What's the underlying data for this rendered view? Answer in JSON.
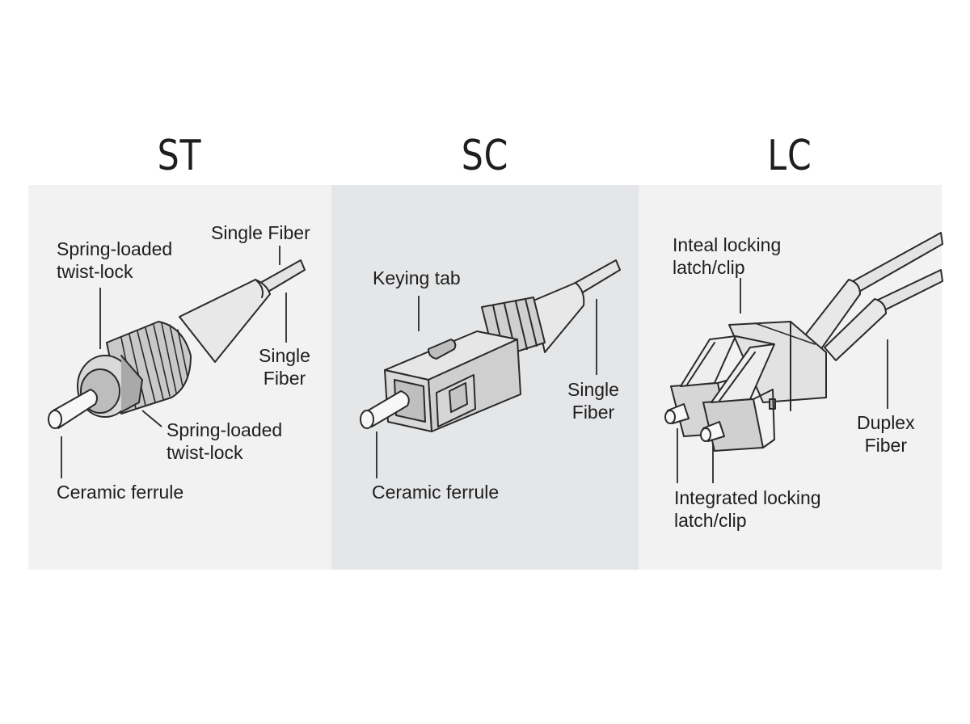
{
  "connectors": {
    "st": {
      "title": "ST",
      "labels": {
        "spring_top": "Spring-loaded\ntwist-lock",
        "single_fiber_top": "Single Fiber",
        "single_fiber_mid": "Single\nFiber",
        "spring_bottom": "Spring-loaded\ntwist-lock",
        "ferrule": "Ceramic ferrule"
      }
    },
    "sc": {
      "title": "SC",
      "labels": {
        "keying_tab": "Keying tab",
        "single_fiber": "Single\nFiber",
        "ferrule": "Ceramic ferrule"
      }
    },
    "lc": {
      "title": "LC",
      "labels": {
        "latch_top": "Inteal locking\nlatch/clip",
        "duplex_fiber": "Duplex\nFiber",
        "latch_bottom": "Integrated locking\nlatch/clip"
      }
    }
  },
  "colors": {
    "outline": "#2a2a2a",
    "body_fill": "#d9d9d9",
    "boot_fill": "#e8e8e8",
    "ferrule_fill": "#f7f7f7"
  }
}
